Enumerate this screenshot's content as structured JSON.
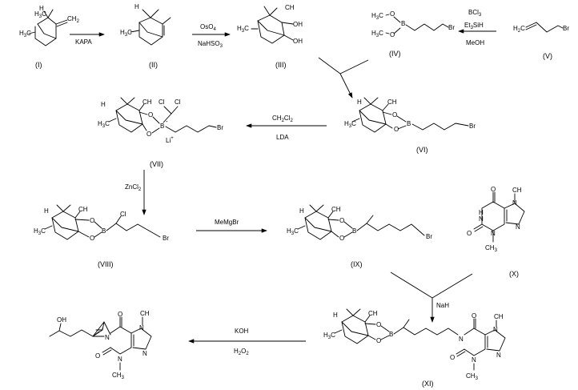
{
  "compounds": [
    {
      "id": "I",
      "label": "(I)"
    },
    {
      "id": "II",
      "label": "(II)"
    },
    {
      "id": "III",
      "label": "(III)"
    },
    {
      "id": "IV",
      "label": "(IV)"
    },
    {
      "id": "V",
      "label": "(V)"
    },
    {
      "id": "VI",
      "label": "(VI)"
    },
    {
      "id": "VII",
      "label": "(VII)"
    },
    {
      "id": "VIII",
      "label": "(VIII)"
    },
    {
      "id": "IX",
      "label": "(IX)"
    },
    {
      "id": "X",
      "label": "(X)"
    },
    {
      "id": "XI",
      "label": "(XI)"
    }
  ],
  "reagents": {
    "step1": "KAPA",
    "step2a": "OsO",
    "step2a_sub": "4",
    "step2b": "NaHSO",
    "step2b_sub": "3",
    "step3a": "BCl",
    "step3a_sub": "3",
    "step3b": "Et",
    "step3b_sub": "3",
    "step3b_tail": "SiH",
    "step3c": "MeOH",
    "step4a": "CH",
    "step4a_sub1": "2",
    "step4a_mid": "Cl",
    "step4a_sub2": "2",
    "step4b": "LDA",
    "step5": "ZnCl",
    "step5_sub": "2",
    "step6": "MeMgBr",
    "step7": "NaH",
    "step8a": "KOH",
    "step8b": "H",
    "step8b_sub1": "2",
    "step8b_mid": "O",
    "step8b_sub2": "2"
  },
  "atoms": {
    "H": "H",
    "C": "C",
    "O": "O",
    "N": "N",
    "B": "B",
    "Cl": "Cl",
    "Br": "Br",
    "Li": "Li",
    "OH": "OH",
    "CH": "CH",
    "sub2": "2",
    "sub3": "3",
    "H3C": "H",
    "minus": "-",
    "plus": "+"
  }
}
